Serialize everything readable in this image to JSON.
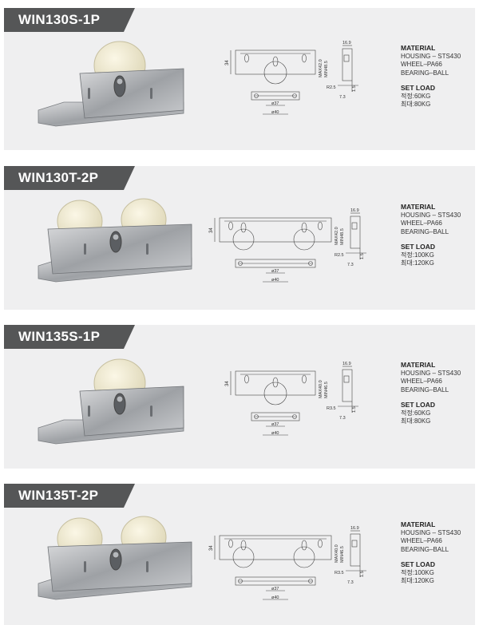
{
  "products": [
    {
      "model": "WIN130S-1P",
      "wheels": 1,
      "dims": {
        "height": "34",
        "max": "MAX42.0",
        "min": "MIN48.5",
        "top": "16.9",
        "radius": "R2.5",
        "side": "7.3",
        "side2": "1.5",
        "inner": "ø37",
        "outer": "ø40"
      },
      "material_title": "MATERIAL",
      "material_lines": [
        "HOUSING – STS430",
        "WHEEL–PA66",
        "BEARING–BALL"
      ],
      "load_title": "SET LOAD",
      "load_lines": [
        "적정:60KG",
        "최대:80KG"
      ]
    },
    {
      "model": "WIN130T-2P",
      "wheels": 2,
      "dims": {
        "height": "34",
        "max": "MAX42.0",
        "min": "MIN48.5",
        "top": "16.9",
        "radius": "R2.5",
        "side": "7.3",
        "side2": "1.5",
        "inner": "ø37",
        "outer": "ø40"
      },
      "material_title": "MATERIAL",
      "material_lines": [
        "HOUSING – STS430",
        "WHEEL–PA66",
        "BEARING–BALL"
      ],
      "load_title": "SET LOAD",
      "load_lines": [
        "적정:100KG",
        "최대:120KG"
      ]
    },
    {
      "model": "WIN135S-1P",
      "wheels": 1,
      "dims": {
        "height": "34",
        "max": "MAX40.0",
        "min": "MIN46.5",
        "top": "16.9",
        "radius": "R3.5",
        "side": "7.3",
        "side2": "1.5",
        "inner": "ø37",
        "outer": "ø40"
      },
      "material_title": "MATERIAL",
      "material_lines": [
        "HOUSING – STS430",
        "WHEEL–PA66",
        "BEARING–BALL"
      ],
      "load_title": "SET LOAD",
      "load_lines": [
        "적정:60KG",
        "최대:80KG"
      ]
    },
    {
      "model": "WIN135T-2P",
      "wheels": 2,
      "dims": {
        "height": "34",
        "max": "MAX40.0",
        "min": "MIN46.5",
        "top": "16.9",
        "radius": "R3.5",
        "side": "7.3",
        "side2": "1.5",
        "inner": "ø37",
        "outer": "ø40"
      },
      "material_title": "MATERIAL",
      "material_lines": [
        "HOUSING – STS430",
        "WHEEL–PA66",
        "BEARING–BALL"
      ],
      "load_title": "SET LOAD",
      "load_lines": [
        "적정:100KG",
        "최대:120KG"
      ]
    }
  ]
}
